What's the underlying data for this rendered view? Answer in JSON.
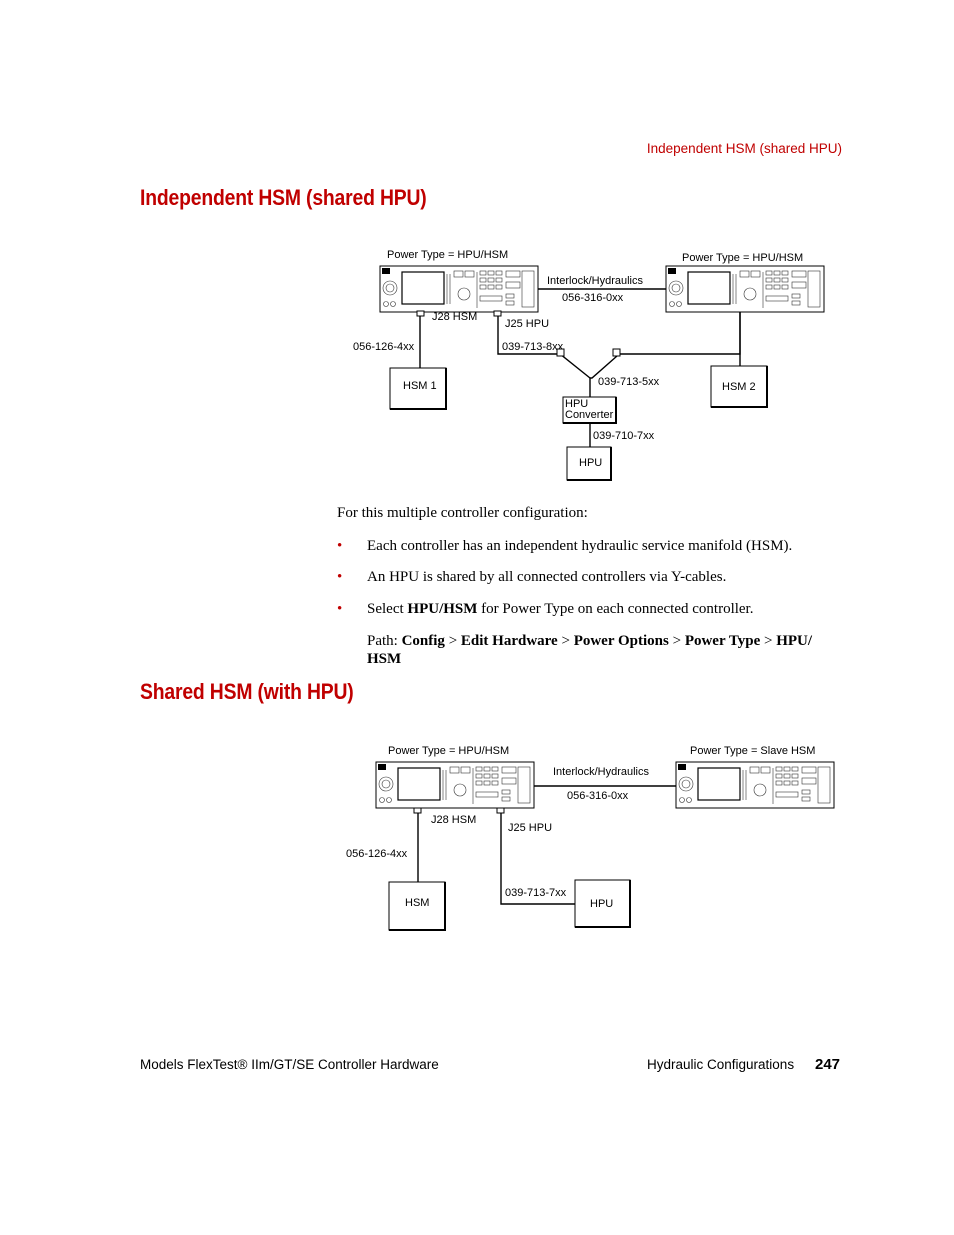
{
  "running_head": "Independent HSM (shared HPU)",
  "section1": {
    "title": "Independent HSM (shared HPU)",
    "diagram": {
      "left_power_type": "Power Type = HPU/HSM",
      "right_power_type": "Power Type = HPU/HSM",
      "interlock_label": "Interlock/Hydraulics",
      "interlock_cable": "056-316-0xx",
      "j28_label": "J28 HSM",
      "j25_label": "J25 HPU",
      "hsm_cable": "056-126-4xx",
      "hpu_cable_left": "039-713-8xx",
      "y_cable": "039-713-5xx",
      "converter_cable": "039-710-7xx",
      "hsm1": "HSM 1",
      "hsm2": "HSM 2",
      "converter_line1": "HPU",
      "converter_line2": "Converter",
      "hpu": "HPU"
    },
    "intro": "For this multiple controller configuration:",
    "bullets": [
      "Each controller has an independent hydraulic service manifold (HSM).",
      "An HPU is shared by all connected controllers via Y-cables."
    ],
    "bullet3": {
      "pre": "Select ",
      "bold": "HPU/HSM",
      "post": " for Power Type on each connected controller."
    },
    "path": {
      "label": "Path: ",
      "items": [
        "Config",
        "Edit Hardware",
        "Power Options",
        "Power Type",
        "HPU/"
      ],
      "last": "HSM",
      "separator": " > "
    }
  },
  "section2": {
    "title": "Shared HSM (with HPU)",
    "diagram": {
      "left_power_type": "Power Type = HPU/HSM",
      "right_power_type": "Power Type = Slave HSM",
      "interlock_label": "Interlock/Hydraulics",
      "interlock_cable": "056-316-0xx",
      "j28_label": "J28 HSM",
      "j25_label": "J25 HPU",
      "hsm_cable": "056-126-4xx",
      "hpu_cable": "039-713-7xx",
      "hsm": "HSM",
      "hpu": "HPU"
    }
  },
  "footer": {
    "left": "Models FlexTest® IIm/GT/SE Controller Hardware",
    "right": "Hydraulic Configurations",
    "page_number": "247"
  }
}
